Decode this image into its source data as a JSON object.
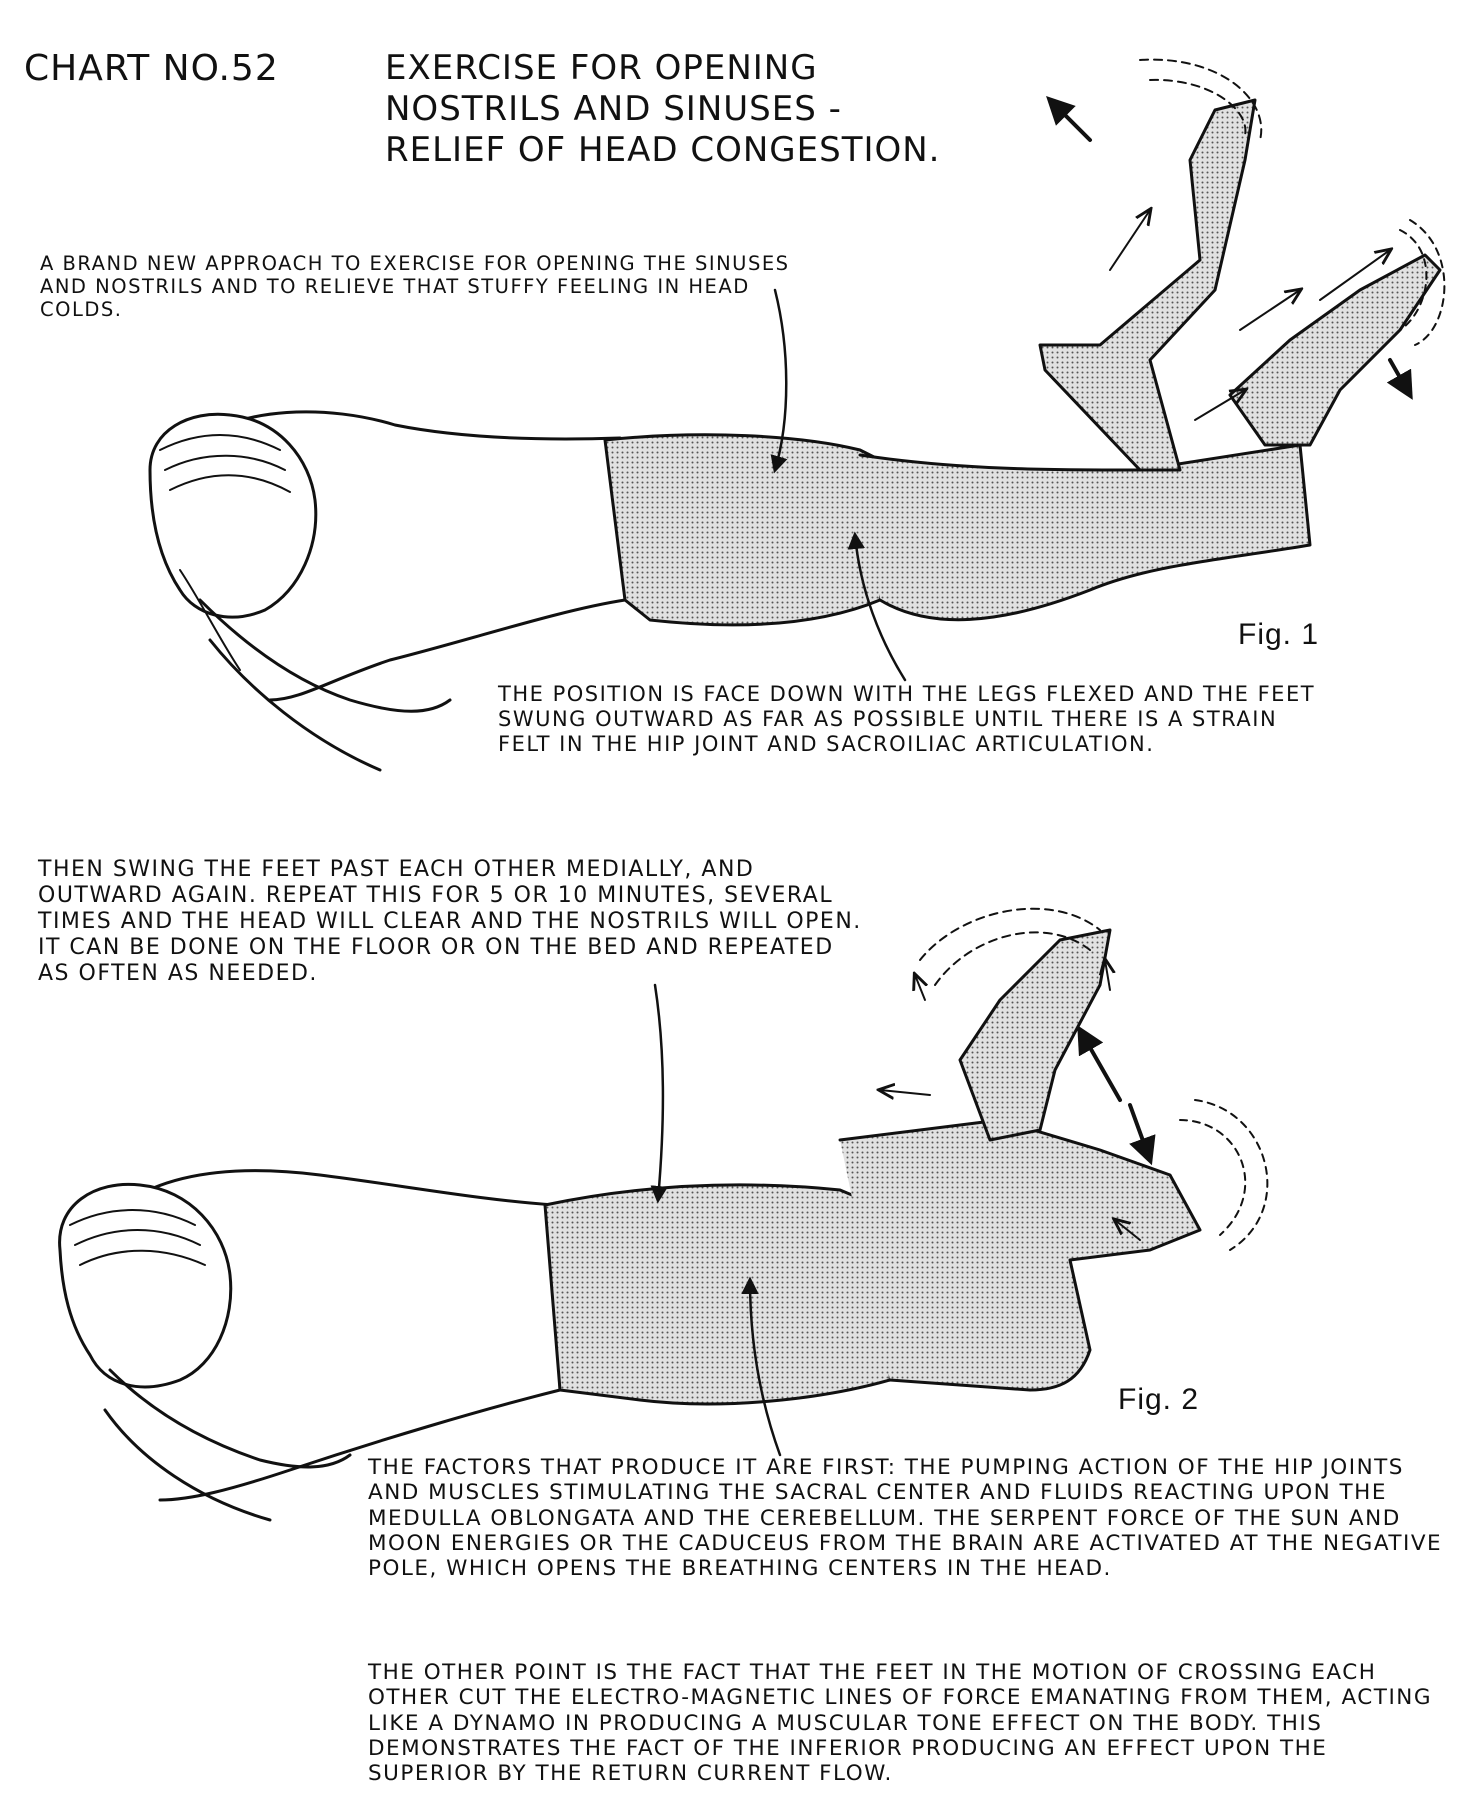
{
  "header": {
    "chart_number": "CHART NO.52",
    "title_lines": [
      "EXERCISE FOR OPENING",
      "NOSTRILS AND SINUSES -",
      "RELIEF OF HEAD CONGESTION."
    ]
  },
  "intro_text": "A BRAND NEW APPROACH TO EXERCISE FOR OPENING THE SINUSES AND NOSTRILS AND TO RELIEVE THAT STUFFY FEELING IN HEAD COLDS.",
  "figure1": {
    "label": "Fig. 1",
    "description": "THE POSITION IS FACE DOWN WITH THE LEGS FLEXED AND THE FEET SWUNG OUTWARD AS FAR AS POSSIBLE UNTIL THERE IS A STRAIN FELT IN THE HIP JOINT AND SACROILIAC ARTICULATION."
  },
  "figure2": {
    "label": "Fig. 2",
    "intro": "THEN SWING THE FEET PAST EACH OTHER MEDIALLY, AND OUTWARD AGAIN. REPEAT THIS FOR 5 OR 10 MINUTES, SEVERAL TIMES AND THE HEAD WILL CLEAR AND THE NOSTRILS WILL OPEN. IT CAN BE DONE ON THE FLOOR OR ON THE BED AND REPEATED AS OFTEN AS NEEDED."
  },
  "explanation": {
    "factors": "THE FACTORS THAT PRODUCE IT ARE FIRST: THE PUMPING ACTION OF THE HIP JOINTS AND MUSCLES STIMULATING THE SACRAL CENTER AND FLUIDS REACTING UPON THE MEDULLA OBLONGATA AND THE CEREBELLUM. THE SERPENT FORCE OF THE SUN AND MOON ENERGIES OR THE CADUCEUS FROM THE BRAIN ARE ACTIVATED AT THE NEGATIVE POLE, WHICH OPENS THE BREATHING CENTERS IN THE HEAD.",
    "other_point": "THE OTHER POINT IS THE FACT THAT THE FEET IN THE MOTION OF CROSSING EACH OTHER CUT THE ELECTRO-MAGNETIC LINES OF FORCE EMANATING FROM THEM, ACTING LIKE A DYNAMO IN PRODUCING A MUSCULAR TONE EFFECT ON THE BODY. THIS DEMONSTRATES THE FACT OF THE INFERIOR PRODUCING AN EFFECT UPON THE SUPERIOR BY THE RETURN CURRENT FLOW."
  },
  "colors": {
    "ink": "#111111",
    "paper": "#ffffff",
    "stipple": "#d6d6d6"
  }
}
